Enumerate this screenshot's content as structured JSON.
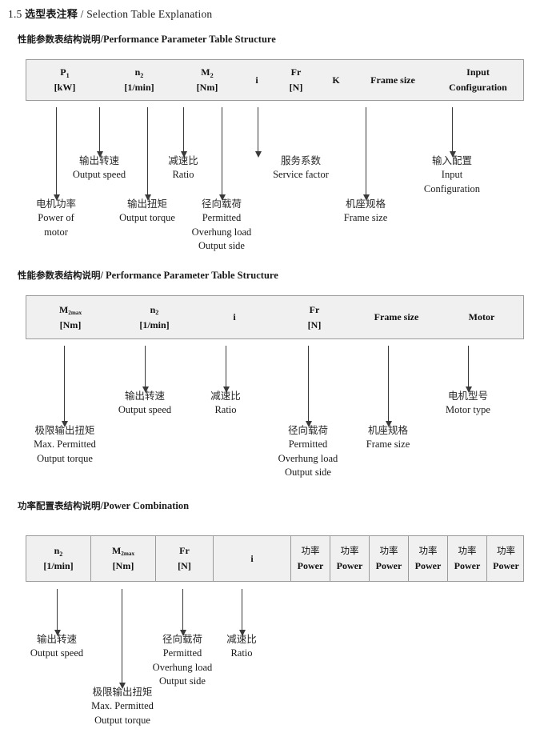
{
  "document": {
    "section_number": "1.5",
    "title_cn": "选型表注释",
    "separator": "/",
    "title_en": "Selection Table Explanation"
  },
  "sections": [
    {
      "id": "performance-parameter-1",
      "heading_cn": "性能参数表结构说明",
      "heading_sep": "/",
      "heading_en": "Performance Parameter Table Structure",
      "table": {
        "columns": [
          {
            "symbol": "P",
            "sub": "1",
            "unit": "[kW]"
          },
          {
            "symbol": "n",
            "sub": "2",
            "unit": "[1/min]"
          },
          {
            "symbol": "M",
            "sub": "2",
            "unit": "[Nm]"
          },
          {
            "symbol": "i",
            "sub": "",
            "unit": ""
          },
          {
            "symbol": "Fr",
            "sub": "",
            "unit": "[N]"
          },
          {
            "symbol": "K",
            "sub": "",
            "unit": ""
          },
          {
            "symbol": "Frame size",
            "sub": "",
            "unit": ""
          },
          {
            "symbol": "Input",
            "sub": "",
            "unit": "Configuration"
          }
        ]
      },
      "annotations": [
        {
          "cn": "电机功率",
          "en": [
            "Power of",
            "motor"
          ]
        },
        {
          "cn": "输出转速",
          "en": [
            "Output speed"
          ]
        },
        {
          "cn": "输出扭矩",
          "en": [
            "Output torque"
          ]
        },
        {
          "cn": "减速比",
          "en": [
            "Ratio"
          ]
        },
        {
          "cn": "径向载荷",
          "en": [
            "Permitted",
            "Overhung load",
            "Output side"
          ]
        },
        {
          "cn": "服务系数",
          "en": [
            "Service factor"
          ]
        },
        {
          "cn": "机座规格",
          "en": [
            "Frame size"
          ]
        },
        {
          "cn": "输入配置",
          "en": [
            "Input",
            "Configuration"
          ]
        }
      ]
    },
    {
      "id": "performance-parameter-2",
      "heading_cn": "性能参数表结构说明",
      "heading_sep": "/",
      "heading_en": "Performance Parameter Table Structure",
      "table": {
        "columns": [
          {
            "symbol": "M",
            "sub": "2max",
            "unit": "[Nm]"
          },
          {
            "symbol": "n",
            "sub": "2",
            "unit": "[1/min]"
          },
          {
            "symbol": "i",
            "sub": "",
            "unit": ""
          },
          {
            "symbol": "Fr",
            "sub": "",
            "unit": "[N]"
          },
          {
            "symbol": "Frame size",
            "sub": "",
            "unit": ""
          },
          {
            "symbol": "Motor",
            "sub": "",
            "unit": ""
          }
        ]
      },
      "annotations": [
        {
          "cn": "极限输出扭矩",
          "en": [
            "Max. Permitted",
            "Output  torque"
          ]
        },
        {
          "cn": "输出转速",
          "en": [
            "Output speed"
          ]
        },
        {
          "cn": "减速比",
          "en": [
            "Ratio"
          ]
        },
        {
          "cn": "径向载荷",
          "en": [
            "Permitted",
            "Overhung load",
            "Output side"
          ]
        },
        {
          "cn": "机座规格",
          "en": [
            "Frame size"
          ]
        },
        {
          "cn": "电机型号",
          "en": [
            "Motor type"
          ]
        }
      ]
    },
    {
      "id": "power-combination",
      "heading_cn": "功率配置表结构说明",
      "heading_sep": "/",
      "heading_en": "Power Combination",
      "table": {
        "columns": [
          {
            "symbol": "n",
            "sub": "2",
            "unit": "[1/min]"
          },
          {
            "symbol": "M",
            "sub": "2max",
            "unit": "[Nm]"
          },
          {
            "symbol": "Fr",
            "sub": "",
            "unit": "[N]"
          },
          {
            "symbol": "i",
            "sub": "",
            "unit": ""
          },
          {
            "symbol": "功率",
            "sub": "",
            "unit": "Power"
          },
          {
            "symbol": "功率",
            "sub": "",
            "unit": "Power"
          },
          {
            "symbol": "功率",
            "sub": "",
            "unit": "Power"
          },
          {
            "symbol": "功率",
            "sub": "",
            "unit": "Power"
          },
          {
            "symbol": "功率",
            "sub": "",
            "unit": "Power"
          },
          {
            "symbol": "功率",
            "sub": "",
            "unit": "Power"
          }
        ]
      },
      "annotations": [
        {
          "cn": "输出转速",
          "en": [
            "Output speed"
          ]
        },
        {
          "cn": "极限输出扭矩",
          "en": [
            "Max. Permitted",
            "Output  torque"
          ]
        },
        {
          "cn": "径向载荷",
          "en": [
            "Permitted",
            "Overhung load",
            "Output side"
          ]
        },
        {
          "cn": "减速比",
          "en": [
            "Ratio"
          ]
        }
      ]
    }
  ],
  "colors": {
    "table_fill": "#f0f0f0",
    "table_border": "#9a9a9a",
    "arrow": "#3a3a3a",
    "text": "#1a1a1a"
  }
}
